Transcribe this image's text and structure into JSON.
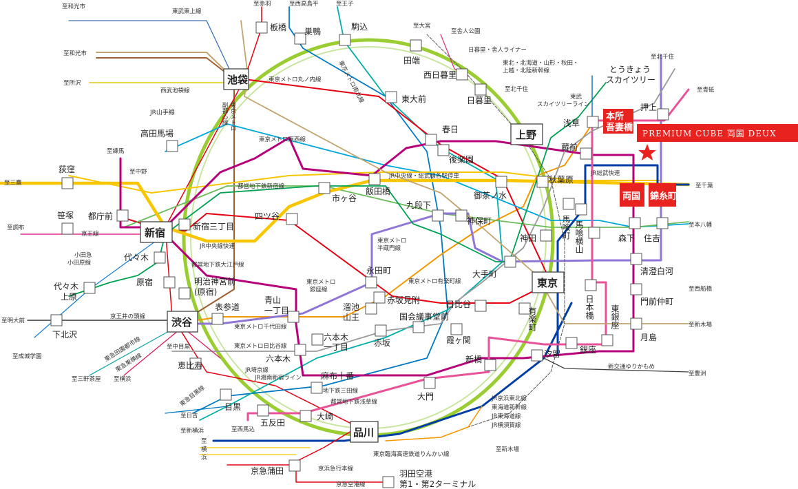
{
  "colors": {
    "yamanote": "#9acd32",
    "chuo_rapid": "#f7c600",
    "marunouchi": "#e60012",
    "tozai": "#00a7db",
    "chiyoda": "#00a051",
    "hibiya": "#9a9a9a",
    "ginza": "#f39700",
    "hanzomon": "#8f76d6",
    "namboku": "#00ada9",
    "yurakucho": "#c1a470",
    "oedo": "#b6007a",
    "shinjuku_line": "#6cbb5a",
    "asakusa": "#e85298",
    "mita": "#0079c2",
    "keiyo": "#003da5",
    "highlight_red": "#e8221f"
  },
  "highlights": {
    "honjo_azumabashi": "本所\n吾妻橋",
    "ryogoku": "両国",
    "kinshicho": "錦糸町",
    "property": "PREMIUM CUBE 両国 DEUX",
    "property_icon": "star-icon"
  },
  "hubs": {
    "ikebukuro": "池袋",
    "shinjuku": "新宿",
    "shibuya": "渋谷",
    "shinagawa": "品川",
    "tokyo": "東京",
    "ueno": "上野"
  },
  "stations": {
    "itabashi": "板橋",
    "sugamo": "巣鴨",
    "komagome": "駒込",
    "tabata": "田端",
    "nishinippori": "西日暮里",
    "nippori": "日暮里",
    "todaimae": "東大前",
    "kasuga": "春日",
    "korakuen": "後楽園",
    "iidabashi": "飯田橋",
    "ichigaya": "市ヶ谷",
    "kudanshita": "九段下",
    "jimbocho": "神保町",
    "ochanomizu": "御茶ノ水",
    "akihabara": "秋葉原",
    "kuramae": "蔵前",
    "asakusa": "浅草",
    "oshiage": "押上",
    "tokyo_skytree": "とうきょう\nスカイツリー",
    "takadanobaba": "高田馬場",
    "ogikubo": "荻窪",
    "sasazuka": "笹塚",
    "tochomae": "都庁前",
    "shinjuku_sanchome": "新宿三丁目",
    "yotsuya": "四ツ谷",
    "yoyogi": "代々木",
    "harajuku": "原宿",
    "meiji_jingumae": "明治神宮前\n(原宿)",
    "omotesando": "表参道",
    "aoyama_itchome": "青山\n一丁目",
    "nagatacho": "永田町",
    "tameike_sanno": "溜池\n山王",
    "akasaka_mitsuke": "赤坂見附",
    "kokkai_gijidomae": "国会議事堂前",
    "akasaka": "赤坂",
    "roppongi_itchome": "六本木\n一丁目",
    "roppongi": "六本木",
    "azabu_juban": "麻布十番",
    "yoyogi_uehara": "代々木\n上原",
    "shimokitazawa": "下北沢",
    "ebisu": "恵比寿",
    "meguro": "目黒",
    "gotanda": "五反田",
    "osaki": "大崎",
    "daimon": "大門",
    "shimbashi": "新橋",
    "kasumigaseki": "霞ヶ関",
    "hibiya": "日比谷",
    "yurakucho": "有楽町",
    "otemachi": "大手町",
    "kanda": "神田",
    "bakurocho": "馬喰町",
    "bakuro_yokoyama": "馬喰横山",
    "nihombashi": "日本橋",
    "higashi_ginza": "東銀座",
    "ginza": "銀座",
    "shiodome": "汐留",
    "morishita": "森下",
    "sumiyoshi": "住吉",
    "kiyosumi_shirakawa": "清澄白河",
    "monzen_nakacho": "門前仲町",
    "tsukishima": "月島",
    "keikyu_kamata": "京急蒲田",
    "haneda": "羽田空港\n第1・第2ターミナル"
  },
  "destinations": {
    "wakoshi_1": "至和光市",
    "akabane": "至赤羽",
    "nishitakashimadaira": "至西高島平",
    "oji": "至王子",
    "omiya": "至大宮",
    "toneri_park": "至舎人公園",
    "wakoshi_2": "至和光市",
    "tokorozawa": "至所沢",
    "kita_senju_1": "至北千住",
    "kita_senju_2": "至北千住",
    "aoto": "至青砥",
    "nerima": "至練馬",
    "nakano": "至中野",
    "mitaka": "至三鷹",
    "chofu": "至調布",
    "chiba": "至千葉",
    "motoyawata": "至本八幡",
    "nishifunabashi": "至西船橋",
    "shinkiba_1": "至新木場",
    "toyosu": "至豊洲",
    "meidaimae": "至明大前",
    "seijo_gakuen": "至成城学園",
    "sangenjaya": "至三軒茶屋",
    "yokohama_1": "至横浜",
    "naka_meguro": "至中目黒",
    "hiyoshi": "至日吉",
    "shin_yokohama": "至新横浜",
    "nishi_magome": "至西馬込",
    "yokohama_2": "至\n横\n浜",
    "shinkiba_2": "至新木場"
  },
  "line_labels": {
    "tobu_tojo": "東武東上線",
    "seibu_ikebukuro": "西武池袋線",
    "jr_yamanote": "JR山手線",
    "marunouchi": "東京メトロ丸ノ内線",
    "namboku": "東京メトロ南北線",
    "fukutoshin": "東京メトロ\n副都心線",
    "tozai": "東京メトロ東西線",
    "shinjuku_line": "都営地下鉄新宿線",
    "chuo_sobu": "JR中央線・総武線各駅停車",
    "chuo_rapid": "JR中央線快速",
    "oedo": "都営地下鉄大江戸線",
    "keio": "京王線",
    "odakyu": "小田急\n小田原線",
    "inokashira": "京王井の頭線",
    "den_en_toshi": "東急田園都市線",
    "toyoko": "東急東横線",
    "ginza": "東京メトロ\n銀座線",
    "hanzomon": "東京メトロ\n半蔵門線",
    "yurakucho": "東京メトロ有楽町線",
    "chiyoda": "東京メトロ千代田線",
    "hibiya": "東京メトロ日比谷線",
    "saikyo": "JR埼京線\nJR湘南新宿ライン",
    "mita": "都営地下鉄三田線",
    "asakusa": "都営地下鉄浅草線",
    "meguro": "東急目黒線",
    "nippori_toneri": "日暮里・舎人ライナー",
    "tohoku_shinkansen": "東北・北海道・山形・秋田・\n上越・北陸新幹線",
    "skytree_line": "東武\nスカイツリーライン",
    "keiyo_sobu_rapid": "JR総武快速",
    "yurikamome": "新交通ゆりかもめ",
    "keihin_tohoku": "JR京浜東北線",
    "tokaido_shinkansen": "東海道新幹線",
    "jr_tokaido": "JR東海道線",
    "jr_yokosuka": "JR横須賀線",
    "rinkai": "東京臨海高速鉄道りんかい線",
    "keikyu_main": "京浜急行本線",
    "keikyu_airport": "京急空港線"
  }
}
